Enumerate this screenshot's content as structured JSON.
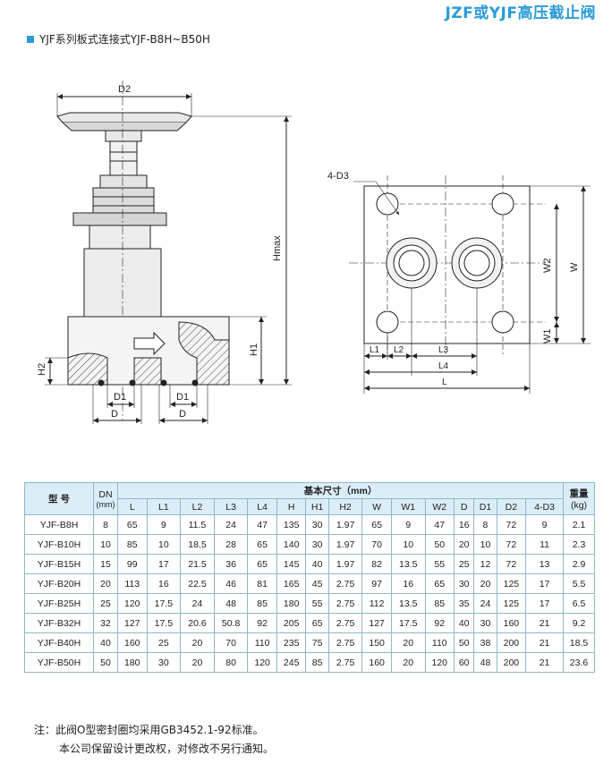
{
  "header": {
    "title": "JZF或YJF高压截止阀"
  },
  "section": {
    "title": "YJF系列板式连接式YJF-B8H~B50H"
  },
  "drawing_labels": {
    "d2": "D2",
    "hmax": "Hmax",
    "h1": "H1",
    "h2": "H2",
    "d1_left": "D1",
    "d1_right": "D1",
    "d_left": "D",
    "d_right": "D",
    "d3": "4-D3",
    "w": "W",
    "w1": "W1",
    "w2": "W2",
    "l1": "L1",
    "l2": "L2",
    "l3": "L3",
    "l4": "L4",
    "l": "L"
  },
  "table": {
    "col_model": "型 号",
    "col_dn": "DN",
    "col_dn_unit": "(mm)",
    "col_group": "基本尺寸（mm）",
    "col_weight": "重量",
    "col_weight_unit": "(kg)",
    "sub_headers": [
      "L",
      "L1",
      "L2",
      "L3",
      "L4",
      "H",
      "H1",
      "H2",
      "W",
      "W1",
      "W2",
      "D",
      "D1",
      "D2",
      "4-D3"
    ],
    "rows": [
      [
        "YJF-B8H",
        "8",
        "65",
        "9",
        "11.5",
        "24",
        "47",
        "135",
        "30",
        "1.97",
        "65",
        "9",
        "47",
        "16",
        "8",
        "72",
        "9",
        "2.1"
      ],
      [
        "YJF-B10H",
        "10",
        "85",
        "10",
        "18.5",
        "28",
        "65",
        "140",
        "30",
        "1.97",
        "70",
        "10",
        "50",
        "20",
        "10",
        "72",
        "11",
        "2.3"
      ],
      [
        "YJF-B15H",
        "15",
        "99",
        "17",
        "21.5",
        "36",
        "65",
        "145",
        "40",
        "1.97",
        "82",
        "13.5",
        "55",
        "25",
        "12",
        "72",
        "13",
        "2.9"
      ],
      [
        "YJF-B20H",
        "20",
        "113",
        "16",
        "22.5",
        "46",
        "81",
        "165",
        "45",
        "2.75",
        "97",
        "16",
        "65",
        "30",
        "20",
        "125",
        "17",
        "5.5"
      ],
      [
        "YJF-B25H",
        "25",
        "120",
        "17.5",
        "24",
        "48",
        "85",
        "180",
        "55",
        "2.75",
        "112",
        "13.5",
        "85",
        "35",
        "24",
        "125",
        "17",
        "6.5"
      ],
      [
        "YJF-B32H",
        "32",
        "127",
        "17.5",
        "20.6",
        "50.8",
        "92",
        "205",
        "65",
        "2.75",
        "127",
        "17.5",
        "92",
        "40",
        "30",
        "160",
        "21",
        "9.2"
      ],
      [
        "YJF-B40H",
        "40",
        "160",
        "25",
        "20",
        "70",
        "110",
        "235",
        "75",
        "2.75",
        "150",
        "20",
        "110",
        "50",
        "38",
        "200",
        "21",
        "18.5"
      ],
      [
        "YJF-B50H",
        "50",
        "180",
        "30",
        "20",
        "80",
        "120",
        "245",
        "85",
        "2.75",
        "160",
        "20",
        "120",
        "60",
        "48",
        "200",
        "21",
        "23.6"
      ]
    ]
  },
  "notes": {
    "line1": "注：此阀O型密封圈均采用GB3452.1-92标准。",
    "line2": "本公司保留设计更改权，对修改不另行通知。"
  }
}
